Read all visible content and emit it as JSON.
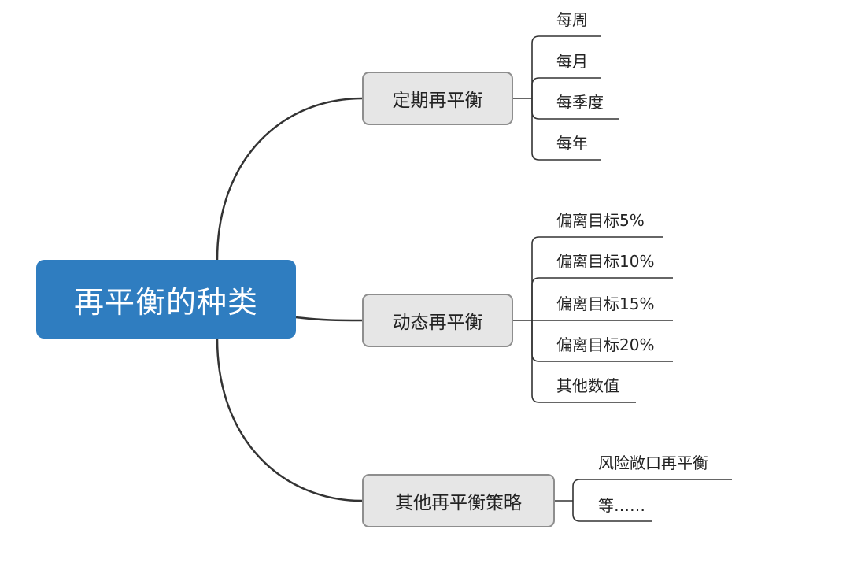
{
  "root": {
    "label": "再平衡的种类"
  },
  "branches": [
    {
      "label": "定期再平衡",
      "leaves": [
        "每周",
        "每月",
        "每季度",
        "每年"
      ]
    },
    {
      "label": "动态再平衡",
      "leaves": [
        "偏离目标5%",
        "偏离目标10%",
        "偏离目标15%",
        "偏离目标20%",
        "其他数值"
      ]
    },
    {
      "label": "其他再平衡策略",
      "leaves": [
        "风险敞口再平衡",
        "等……"
      ]
    }
  ],
  "colors": {
    "root": "#2f7dc0",
    "branch_fill": "#e6e6e6",
    "branch_border": "#8e8e8e",
    "line": "#333333"
  }
}
